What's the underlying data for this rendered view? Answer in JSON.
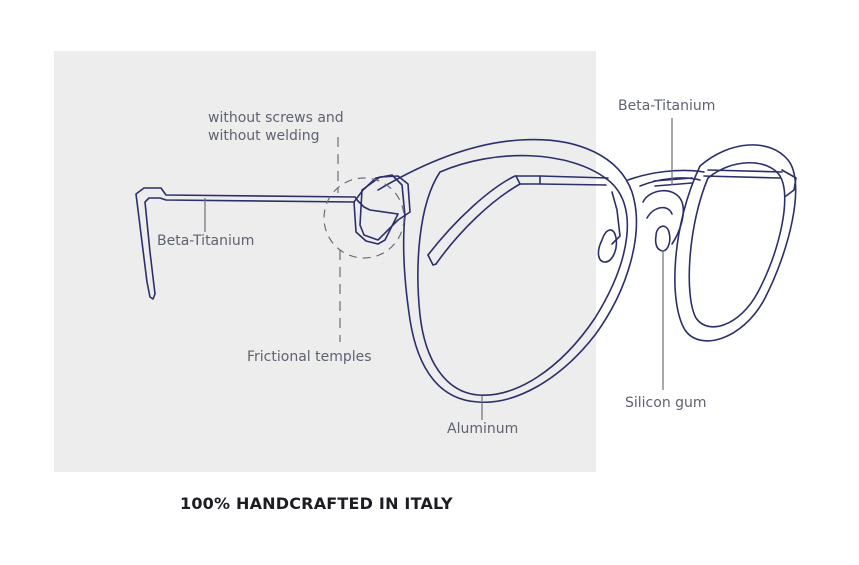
{
  "diagram": {
    "callouts": {
      "construction_note": [
        "without screws and",
        "without welding"
      ],
      "temple_material": "Beta-Titanium",
      "hinge": "Frictional temples",
      "frame_material": "Aluminum",
      "bridge_material": "Beta-Titanium",
      "nose_pad": "Silicon gum"
    },
    "tagline": "100% HANDCRAFTED IN ITALY"
  },
  "colors": {
    "panel": "#ededed",
    "frame_stroke": "#2b2f6b",
    "callout_line": "#6b6e78",
    "label_text": "#5f6270",
    "tagline_text": "#1c1c22"
  },
  "icons": [
    "eyeglasses-illustration"
  ]
}
